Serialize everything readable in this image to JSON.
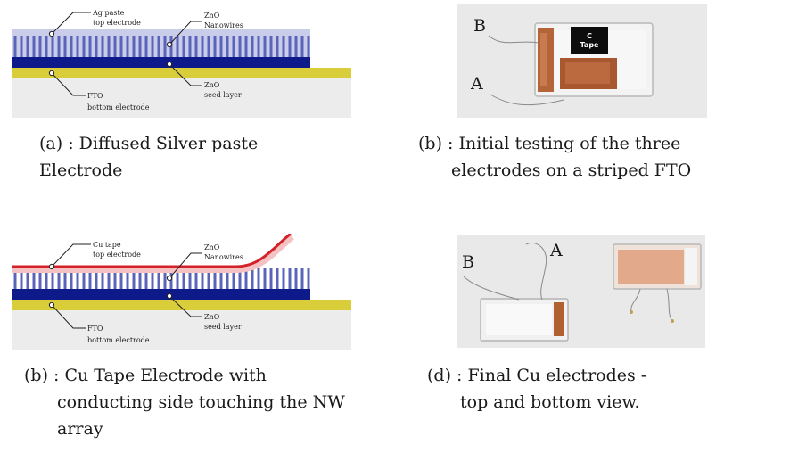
{
  "figure": {
    "panel_a": {
      "labels": {
        "ag_paste": "Ag paste",
        "top_electrode": "top electrode",
        "zno": "ZnO",
        "nanowires": "Nanowires",
        "fto": "FTO",
        "bottom_electrode": "bottom electrode",
        "seed_zno": "ZnO",
        "seed_layer": "seed layer"
      },
      "caption_line1": "(a) : Diffused Silver paste",
      "caption_line2": "Electrode"
    },
    "panel_b_photo": {
      "letter_b": "B",
      "letter_a": "A",
      "tape_c": "C",
      "tape_word": "Tape",
      "caption_line1": "(b) : Initial testing of the three",
      "caption_line2": "electrodes on a striped FTO"
    },
    "panel_c": {
      "labels": {
        "cu_tape": "Cu tape",
        "top_electrode": "top electrode",
        "zno": "ZnO",
        "nanowires": "Nanowires",
        "fto": "FTO",
        "bottom_electrode": "bottom electrode",
        "seed_zno": "ZnO",
        "seed_layer": "seed layer"
      },
      "caption_line1": "(b) : Cu Tape Electrode with",
      "caption_line2": "conducting side touching the NW",
      "caption_line3": "array"
    },
    "panel_d_photo": {
      "letter_b": "B",
      "letter_a": "A",
      "caption_line1": "(d) : Final Cu electrodes -",
      "caption_line2": "top and bottom view."
    }
  }
}
